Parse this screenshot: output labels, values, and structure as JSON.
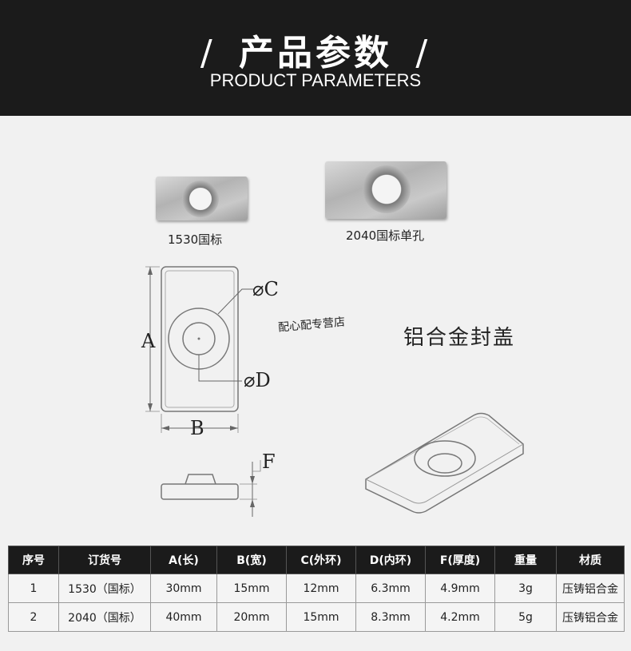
{
  "header": {
    "slash_left": "/",
    "title": "产品参数",
    "slash_right": "/",
    "subtitle": "PRODUCT PARAMETERS"
  },
  "products": {
    "small_caption": "1530国标",
    "large_caption": "2040国标单孔"
  },
  "drawing": {
    "label_c": "⌀C",
    "label_a": "A",
    "label_d": "⌀D",
    "label_b": "B",
    "label_f": "F",
    "shop_note": "配心配专营店",
    "product_name": "铝合金封盖"
  },
  "table": {
    "headers": [
      "序号",
      "订货号",
      "A(长)",
      "B(宽)",
      "C(外环)",
      "D(内环)",
      "F(厚度)",
      "重量",
      "材质"
    ],
    "rows": [
      [
        "1",
        "1530（国标）",
        "30mm",
        "15mm",
        "12mm",
        "6.3mm",
        "4.9mm",
        "3g",
        "压铸铝合金"
      ],
      [
        "2",
        "2040（国标）",
        "40mm",
        "20mm",
        "15mm",
        "8.3mm",
        "4.2mm",
        "5g",
        "压铸铝合金"
      ]
    ]
  }
}
